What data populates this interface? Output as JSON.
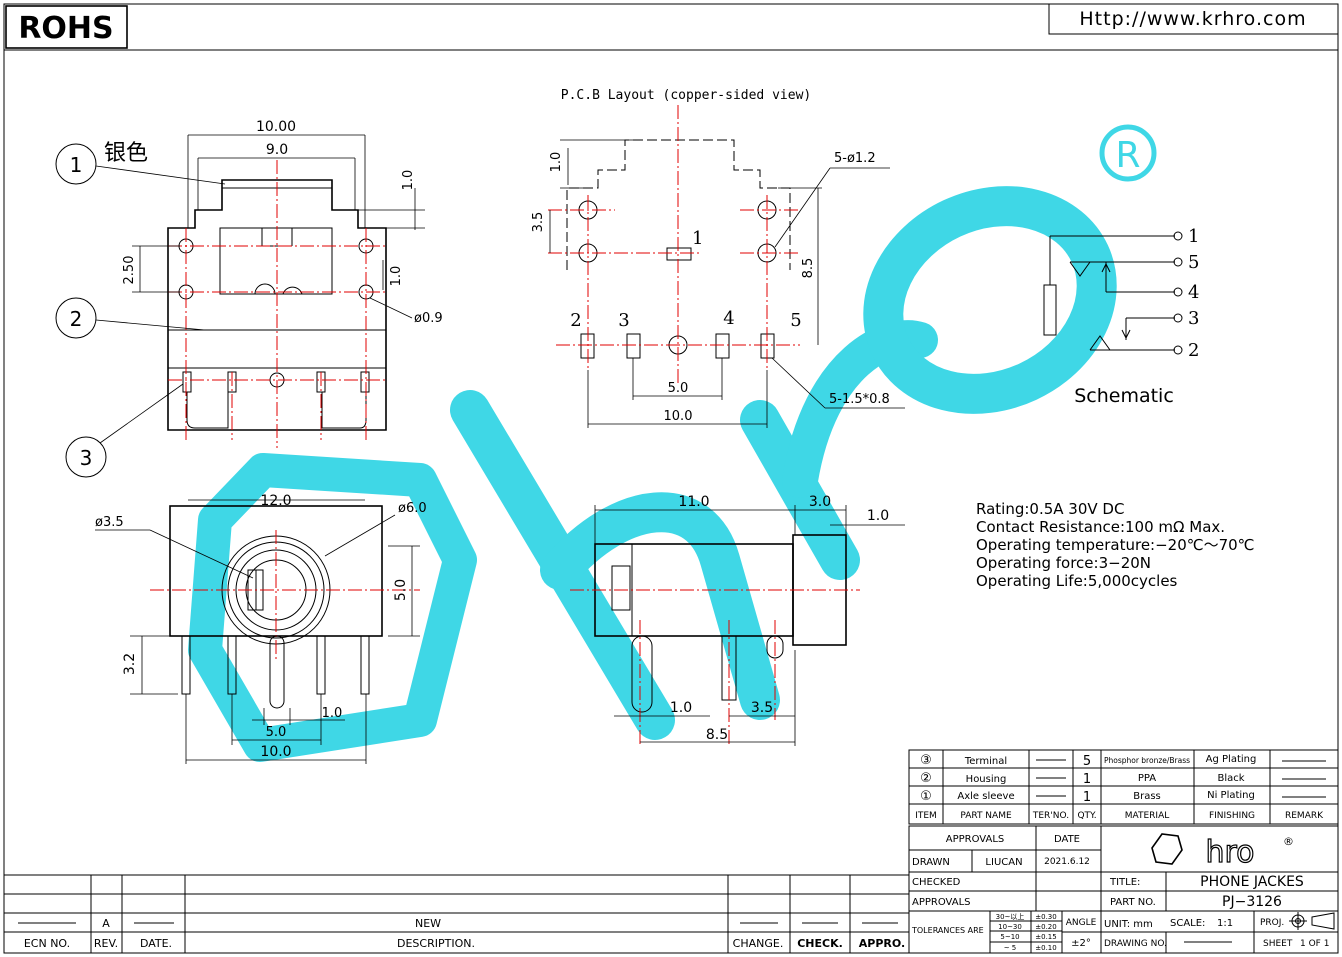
{
  "header": {
    "rohs": "ROHS",
    "url": "Http://www.krhro.com"
  },
  "front_view": {
    "callout_1": "1",
    "callout_1_note": "银色",
    "callout_2": "2",
    "callout_3": "3",
    "dim_width_outer": "10.00",
    "dim_width_inner": "9.0",
    "dim_top": "1.0",
    "dim_pitch_v": "2.50",
    "dim_right_small": "1.0",
    "dim_hole": "ø0.9"
  },
  "pcb_layout": {
    "title": "P.C.B Layout (copper-sided view)",
    "holes_note": "5-ø1.2",
    "slots_note": "5-1.5*0.8",
    "dim_top": "1.0",
    "dim_left": "3.5",
    "dim_right": "8.5",
    "dim_mid": "5.0",
    "dim_total": "10.0",
    "pin_1": "1",
    "pin_2": "2",
    "pin_3": "3",
    "pin_4": "4",
    "pin_5": "5"
  },
  "schematic": {
    "title": "Schematic",
    "pins": [
      "1",
      "5",
      "4",
      "3",
      "2"
    ]
  },
  "bottom_left_view": {
    "dim_hole_small": "ø3.5",
    "dim_hole_big": "ø6.0",
    "dim_width": "12.0",
    "dim_height": "5.0",
    "dim_leg": "3.2",
    "dim_pitch_small": "1.0",
    "dim_pitch_mid": "5.0",
    "dim_total": "10.0"
  },
  "side_view": {
    "dim_length": "11.0",
    "dim_head": "3.0",
    "dim_head_small": "1.0",
    "dim_pin_a": "1.0",
    "dim_pin_b": "3.5",
    "dim_pin_total": "8.5"
  },
  "specs": [
    "Rating:0.5A  30V  DC",
    "Contact  Resistance:100  mΩ  Max.",
    "Operating  temperature:−20℃～70℃",
    "Operating  force:3−20N",
    "Operating  Life:5,000cycles"
  ],
  "bom": {
    "rows": [
      {
        "item": "③",
        "part": "Terminal",
        "qty": "5",
        "material": "Phosphor bronze/Brass",
        "finishing": "Ag  Plating"
      },
      {
        "item": "②",
        "part": "Housing",
        "qty": "1",
        "material": "PPA",
        "finishing": "Black"
      },
      {
        "item": "①",
        "part": "Axle sleeve",
        "qty": "1",
        "material": "Brass",
        "finishing": "Ni  Plating"
      }
    ],
    "headers": {
      "item": "ITEM",
      "part": "PART  NAME",
      "ter": "TER'NO.",
      "qty": "QTY.",
      "material": "MATERIAL",
      "finishing": "FINISHING",
      "remark": "REMARK"
    }
  },
  "title_block": {
    "approvals_label": "APPROVALS",
    "date_label": "DATE",
    "drawn_label": "DRAWN",
    "drawn_by": "LIUCAN",
    "drawn_date": "2021.6.12",
    "checked_label": "CHECKED",
    "approvals_row_label": "APPROVALS",
    "title_label": "TITLE:",
    "title_value": "PHONE  JACKES",
    "part_no_label": "PART  NO.",
    "part_no_value": "PJ−3126",
    "tolerances_label": "TOLERANCES  ARE",
    "tol_ranges": [
      "30~以上",
      "10~30",
      "5~10",
      "~ 5"
    ],
    "tol_values": [
      "±0.30",
      "±0.20",
      "±0.15",
      "±0.10"
    ],
    "angle_label": "ANGLE",
    "angle_value": "±2°",
    "unit_label": "UNIT:  mm",
    "scale_label": "SCALE:",
    "scale_value": "1:1",
    "proj_label": "PROJ.",
    "drawing_no_label": "DRAWING  NO.",
    "sheet_label": "SHEET",
    "sheet_value": "1  OF  1",
    "logo_text": "hro",
    "logo_reg": "®"
  },
  "revision_block": {
    "rev": "A",
    "description": "NEW",
    "headers": {
      "ecn": "ECN  NO.",
      "rev": "REV.",
      "date": "DATE.",
      "description": "DESCRIPTION.",
      "change": "CHANGE.",
      "check": "CHECK.",
      "appro": "APPRO."
    }
  },
  "watermark_reg": "R"
}
